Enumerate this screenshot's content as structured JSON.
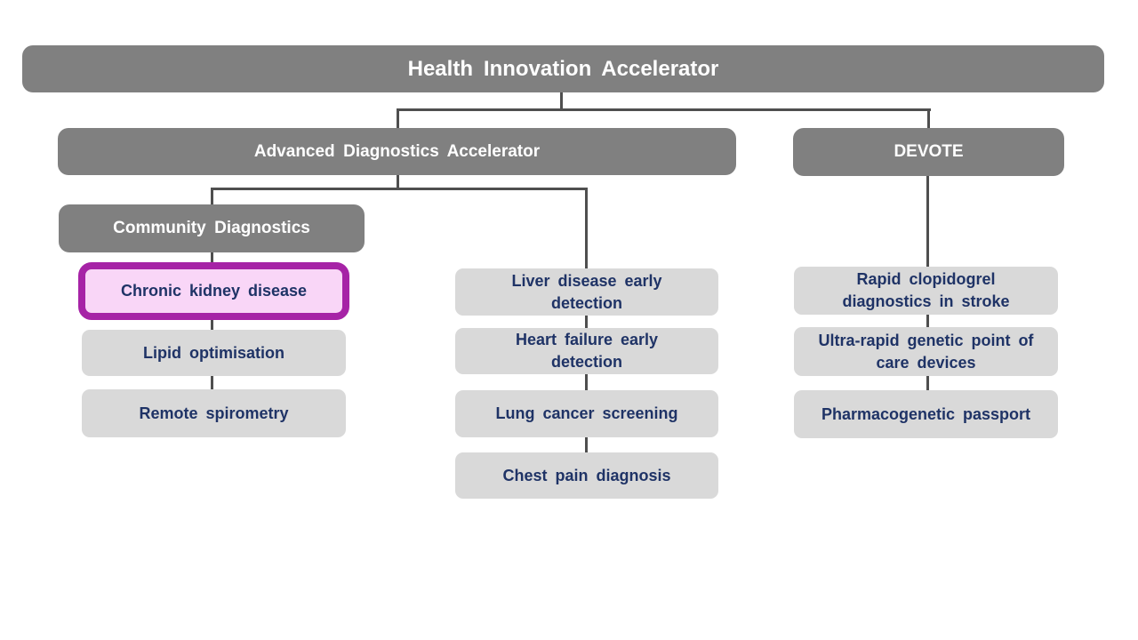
{
  "diagram": {
    "type": "org-chart",
    "highlighted_node": "Chronic kidney disease",
    "colors": {
      "branch_fill": "#808080",
      "branch_text": "#ffffff",
      "leaf_fill": "#d9d9d9",
      "leaf_text": "#1f3366",
      "highlight_border": "#a623a6",
      "highlight_fill": "#f9d6f7",
      "connector": "#4f4f4f",
      "background": "#ffffff"
    },
    "nodes": {
      "title": "Health Innovation Accelerator",
      "advanced": "Advanced Diagnostics Accelerator",
      "devote": "DEVOTE",
      "community": "Community Diagnostics",
      "chronic": "Chronic kidney disease",
      "lipid": "Lipid optimisation",
      "remote": "Remote spirometry",
      "liver": "Liver disease early\ndetection",
      "heart": "Heart failure early\ndetection",
      "lung": "Lung cancer screening",
      "chest": "Chest pain diagnosis",
      "rapid": "Rapid clopidogrel\ndiagnostics in stroke",
      "ultra": "Ultra-rapid genetic point of\ncare devices",
      "pharma": "Pharmacogenetic passport"
    },
    "hierarchy": {
      "Health Innovation Accelerator": {
        "Advanced Diagnostics Accelerator": {
          "Community Diagnostics": [
            "Chronic kidney disease",
            "Lipid optimisation",
            "Remote spirometry"
          ],
          "_direct": [
            "Liver disease early detection",
            "Heart failure early detection",
            "Lung cancer screening",
            "Chest pain diagnosis"
          ]
        },
        "DEVOTE": [
          "Rapid clopidogrel diagnostics in stroke",
          "Ultra-rapid genetic point of care devices",
          "Pharmacogenetic passport"
        ]
      }
    }
  }
}
